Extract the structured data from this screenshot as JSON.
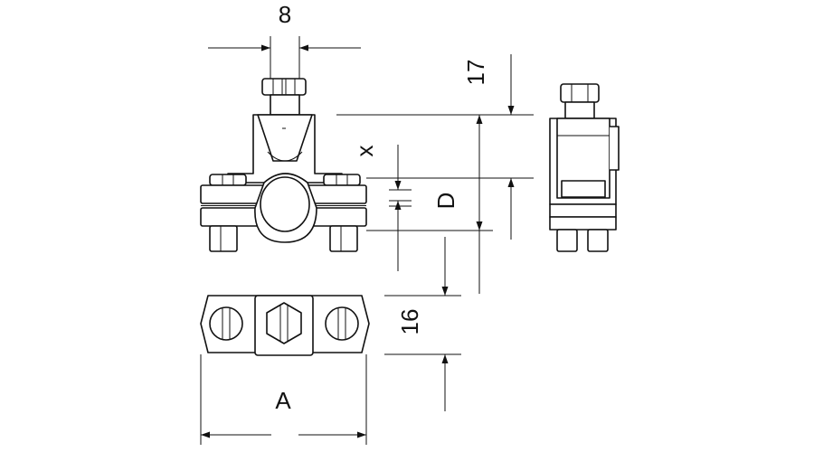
{
  "dimensions": {
    "screw_width": "8",
    "head_height": "17",
    "offset_x": "x",
    "diameter": "D",
    "base_height": "16",
    "length": "A"
  }
}
